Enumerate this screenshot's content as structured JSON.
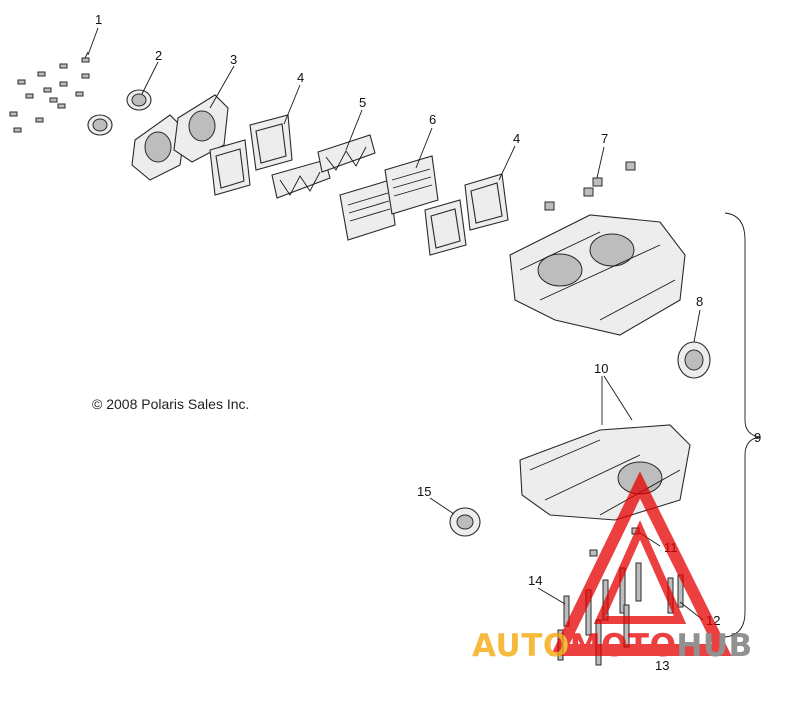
{
  "copyright": "© 2008 Polaris Sales Inc.",
  "callouts": [
    "1",
    "2",
    "3",
    "4",
    "5",
    "6",
    "4",
    "7",
    "8",
    "9",
    "10",
    "11",
    "12",
    "13",
    "14",
    "15"
  ],
  "watermark": {
    "part1": "AUTO",
    "part2": "MOTO",
    "part3": "HUB",
    "colors": {
      "orange": "#f5a300",
      "red": "#e60000",
      "gray": "#6d6d6d"
    }
  }
}
